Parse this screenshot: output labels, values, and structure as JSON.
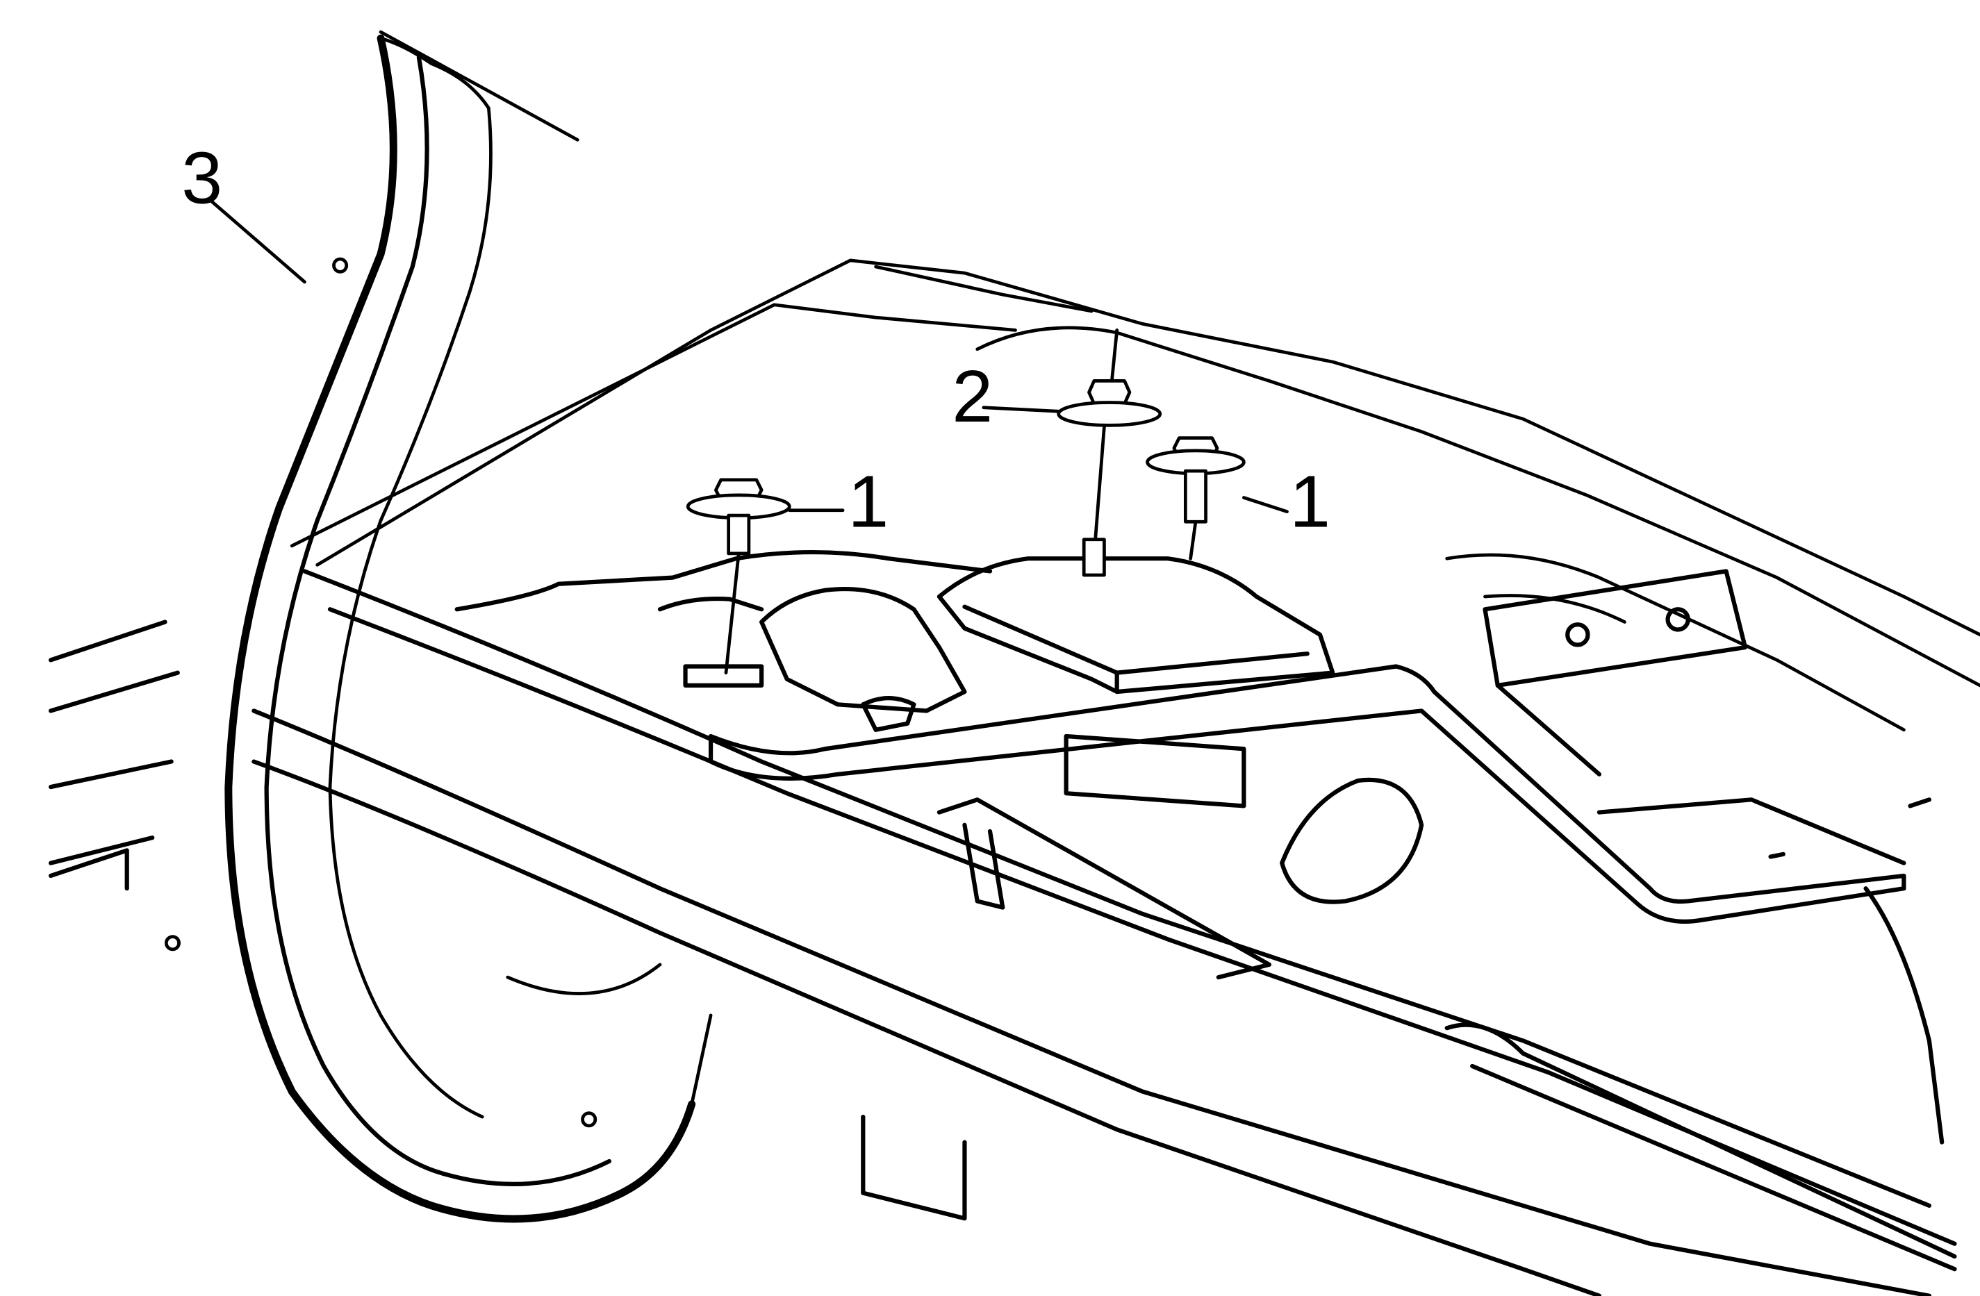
{
  "illustration": {
    "callouts": [
      {
        "id": "callout-1-left",
        "label": "1"
      },
      {
        "id": "callout-2",
        "label": "2"
      },
      {
        "id": "callout-1-right",
        "label": "1"
      },
      {
        "id": "callout-3",
        "label": "3"
      }
    ]
  }
}
